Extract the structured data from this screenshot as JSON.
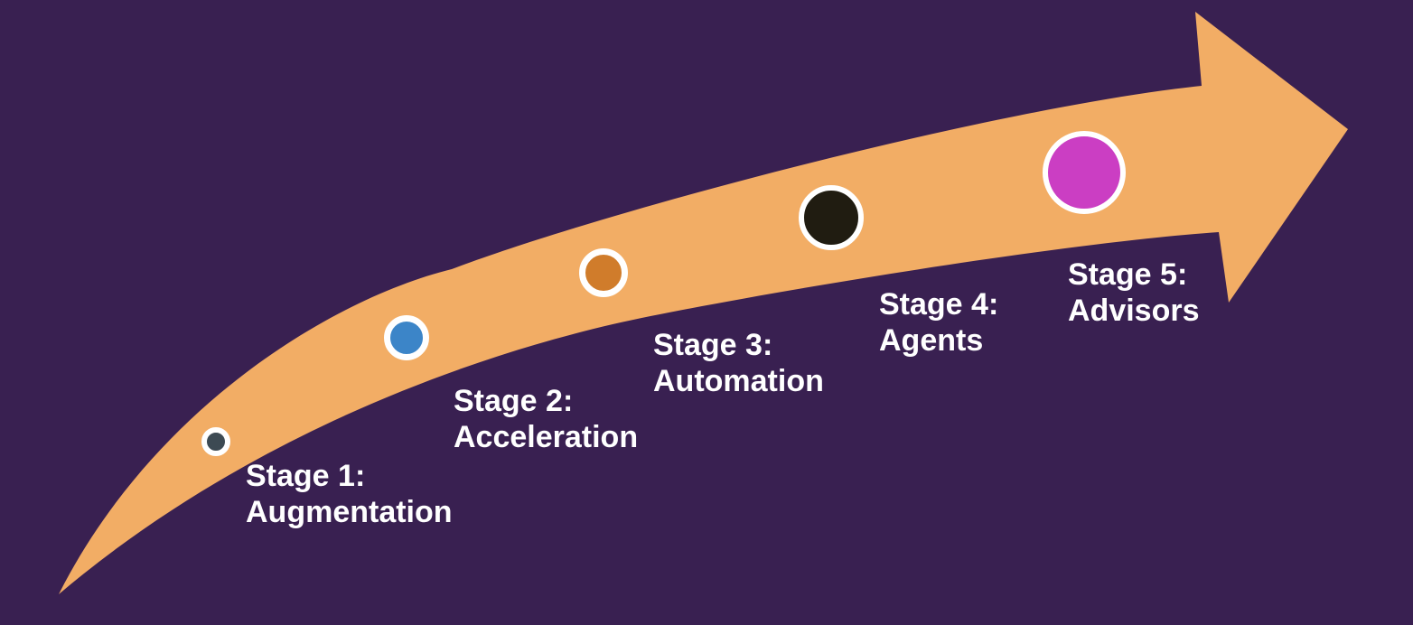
{
  "diagram": {
    "description": "Five-stage growth arrow diagram",
    "colors": {
      "background": "#392051",
      "arrow": "#F2AD65",
      "marker_ring": "#FFFFFF",
      "label_text": "#FFFFFF"
    },
    "stages": [
      {
        "line1": "Stage 1:",
        "line2": "Augmentation",
        "marker_color": "#3D4A53"
      },
      {
        "line1": "Stage 2:",
        "line2": "Acceleration",
        "marker_color": "#3C85C8"
      },
      {
        "line1": "Stage 3:",
        "line2": "Automation",
        "marker_color": "#D07C2B"
      },
      {
        "line1": "Stage 4:",
        "line2": "Agents",
        "marker_color": "#201C11"
      },
      {
        "line1": "Stage 5:",
        "line2": "Advisors",
        "marker_color": "#CB3EC3"
      }
    ]
  }
}
